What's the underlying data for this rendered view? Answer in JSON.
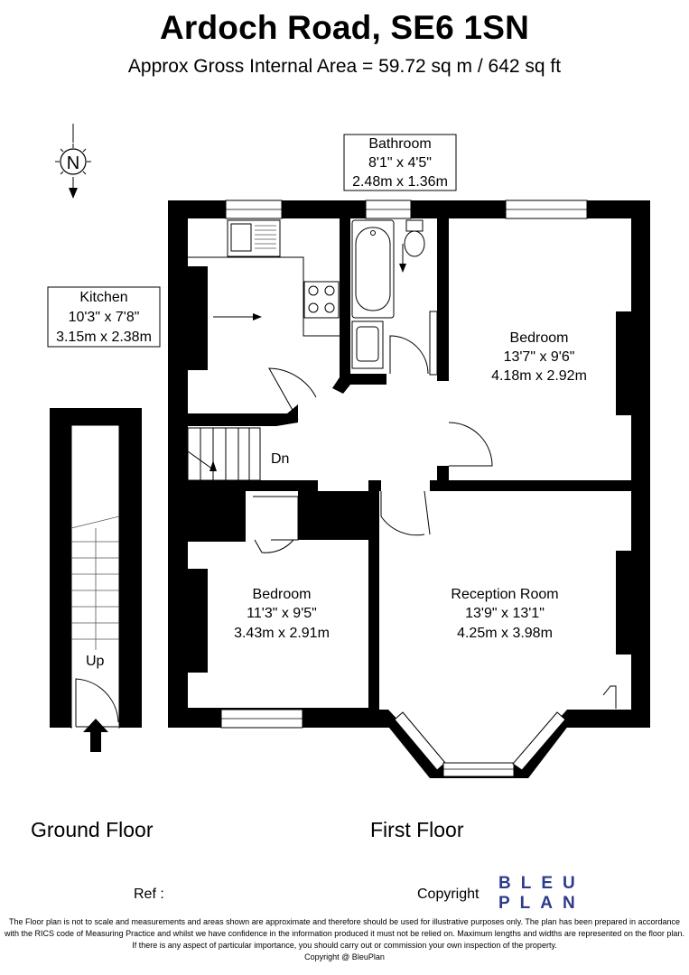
{
  "header": {
    "title": "Ardoch Road, SE6 1SN",
    "subtitle": "Approx Gross Internal Area = 59.72 sq m / 642 sq ft"
  },
  "compass": {
    "label": "N"
  },
  "rooms": {
    "bathroom": {
      "name": "Bathroom",
      "imperial": "8'1\" x 4'5\"",
      "metric": "2.48m x 1.36m"
    },
    "kitchen": {
      "name": "Kitchen",
      "imperial": "10'3\" x 7'8\"",
      "metric": "3.15m x 2.38m"
    },
    "bedroom1": {
      "name": "Bedroom",
      "imperial": "13'7\" x 9'6\"",
      "metric": "4.18m x 2.92m"
    },
    "bedroom2": {
      "name": "Bedroom",
      "imperial": "11'3\" x 9'5\"",
      "metric": "3.43m x 2.91m"
    },
    "reception": {
      "name": "Reception Room",
      "imperial": "13'9\" x 13'1\"",
      "metric": "4.25m x 3.98m"
    }
  },
  "stairs": {
    "down": "Dn",
    "up": "Up"
  },
  "floors": {
    "ground": "Ground Floor",
    "first": "First Floor"
  },
  "footer": {
    "ref": "Ref  :",
    "copyright": "Copyright",
    "logo_line1": "BLEU",
    "logo_line2": "PLAN",
    "logo_color": "#2e3a8c",
    "disclaimer_1": "The Floor plan is not to scale and measurements and areas shown are approximate and therefore should be used for illustrative purposes only. The plan has been prepared in accordance",
    "disclaimer_2": "with the RICS code of Measuring Practice and whilst we have confidence in the information produced it must not be relied on. Maximum lengths and widths are represented on the floor plan.",
    "disclaimer_3": "If there is any aspect of particular importance, you should carry out or commission your own inspection of the property.",
    "disclaimer_4": "Copyright @ BleuPlan"
  }
}
